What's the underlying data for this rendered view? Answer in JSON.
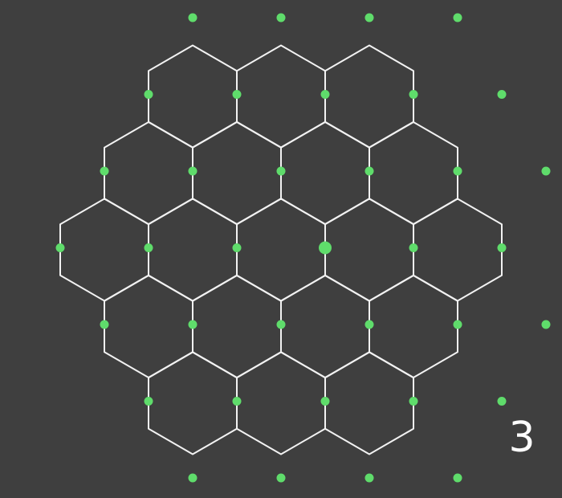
{
  "game": {
    "board": {
      "hex_rows": [
        3,
        4,
        5,
        4,
        3
      ],
      "line_color": "#f2f2f2",
      "background_color": "#3f3f3f"
    },
    "dots": {
      "color": "#5fdc6b",
      "highlight": {
        "row": 2,
        "col": 6
      }
    },
    "counter": {
      "value": "3",
      "color": "#ffffff"
    }
  }
}
